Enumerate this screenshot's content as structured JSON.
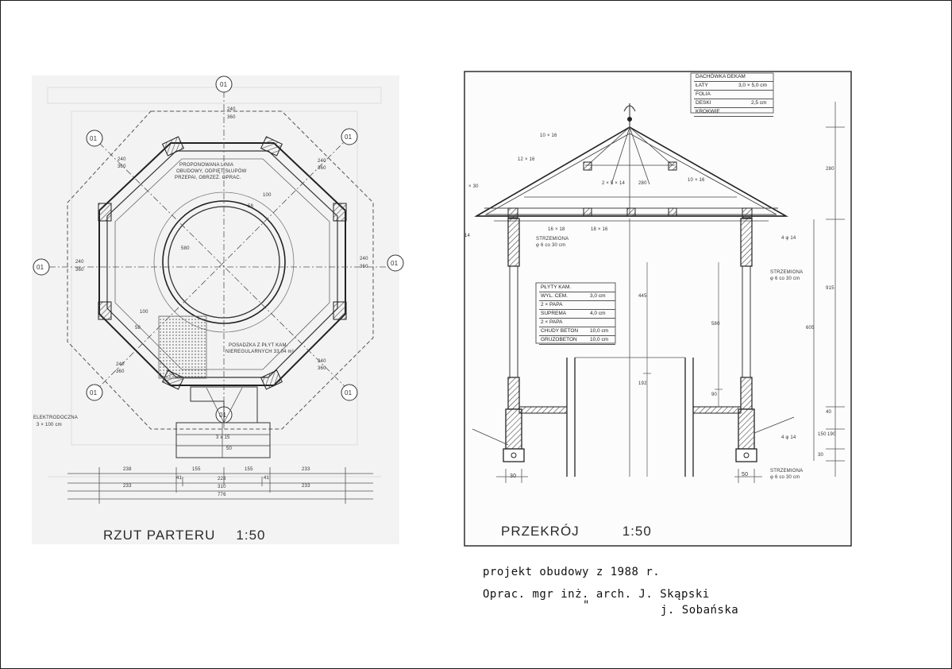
{
  "plan": {
    "title": "RZUT PARTERU",
    "scale": "1:50",
    "axis_label": "01",
    "dims": {
      "d240": "240",
      "d360": "360",
      "d100": "100",
      "d58": "58",
      "d580": "580",
      "d50": "50",
      "d3x15": "3 x 15",
      "row1": [
        "238",
        "155",
        "155",
        "233"
      ],
      "row2a": "41",
      "row2b": "228",
      "row2c": "41",
      "row3a": "233",
      "row3b": "310",
      "row3c": "233",
      "total": "776"
    },
    "notes": {
      "proposed_1": "PROPONOWANA LINIA",
      "proposed_2": "OBUDOWY, ODPIĘT SŁUPÓW",
      "proposed_3": "PRZEPAI, OBRZEŻ. OPRAC.",
      "floor_1": "POSADZKA Z PŁYT KAM.",
      "floor_2": "NIEREGULARNYCH 33,04 m²",
      "slope_1": "ELEKTRODOCZNA",
      "slope_2": "3 × 100 cm"
    }
  },
  "section": {
    "title": "PRZEKRÓJ",
    "scale": "1:50",
    "roof_layers": [
      {
        "name": "DACHÓWKA DEKAM",
        "value": ""
      },
      {
        "name": "ŁATY",
        "value": "3,0 × 5,0 cm"
      },
      {
        "name": "FOLIA",
        "value": ""
      },
      {
        "name": "DESKI",
        "value": "2,5 cm"
      },
      {
        "name": "KROKWIE",
        "value": ""
      }
    ],
    "floor_layers": [
      {
        "name": "PŁYTY KAM.",
        "value": ""
      },
      {
        "name": "WYL. CEM.",
        "value": "3,0 cm"
      },
      {
        "name": "2 × PAPA",
        "value": ""
      },
      {
        "name": "SUPREMA",
        "value": "4,0 cm"
      },
      {
        "name": "2 × PAPA",
        "value": ""
      },
      {
        "name": "CHUDY BETON",
        "value": "10,0 cm"
      },
      {
        "name": "GRUZOBETON",
        "value": "10,0 cm"
      }
    ],
    "notes": {
      "m10x16": "10 × 16",
      "m12x16": "12 × 16",
      "m10x16b": "10 × 16",
      "m16x18": "16 × 18",
      "m18x16": "18 × 16",
      "m2x8": "2 × 5 × 14",
      "m30x": "× 30",
      "m14": "14",
      "strz1": "STRZEMIONA",
      "strz1v": "φ 6 co 30 cm",
      "strz2": "STRZEMIONA",
      "strz2v": "φ 6 co 30 cm",
      "strz3": "STRZEMIONA",
      "strz3v": "φ 6 co 30 cm",
      "bar1": "4 φ 14",
      "bar2": "4 φ 14"
    },
    "vdims": {
      "v280": "280",
      "v915": "915",
      "v605": "605",
      "v40": "40",
      "v150": "150",
      "v190": "190",
      "v30": "30",
      "i280": "280",
      "i445": "445",
      "i580": "580",
      "i192": "192",
      "i90": "90"
    },
    "hdims": {
      "left": "30",
      "right": "50"
    }
  },
  "caption": {
    "line1": "projekt obudowy z 1988 r.",
    "line2": "Oprac. mgr inż. arch. J. Skąpski",
    "ditto": "\"",
    "line3": "j. Sobańska"
  }
}
